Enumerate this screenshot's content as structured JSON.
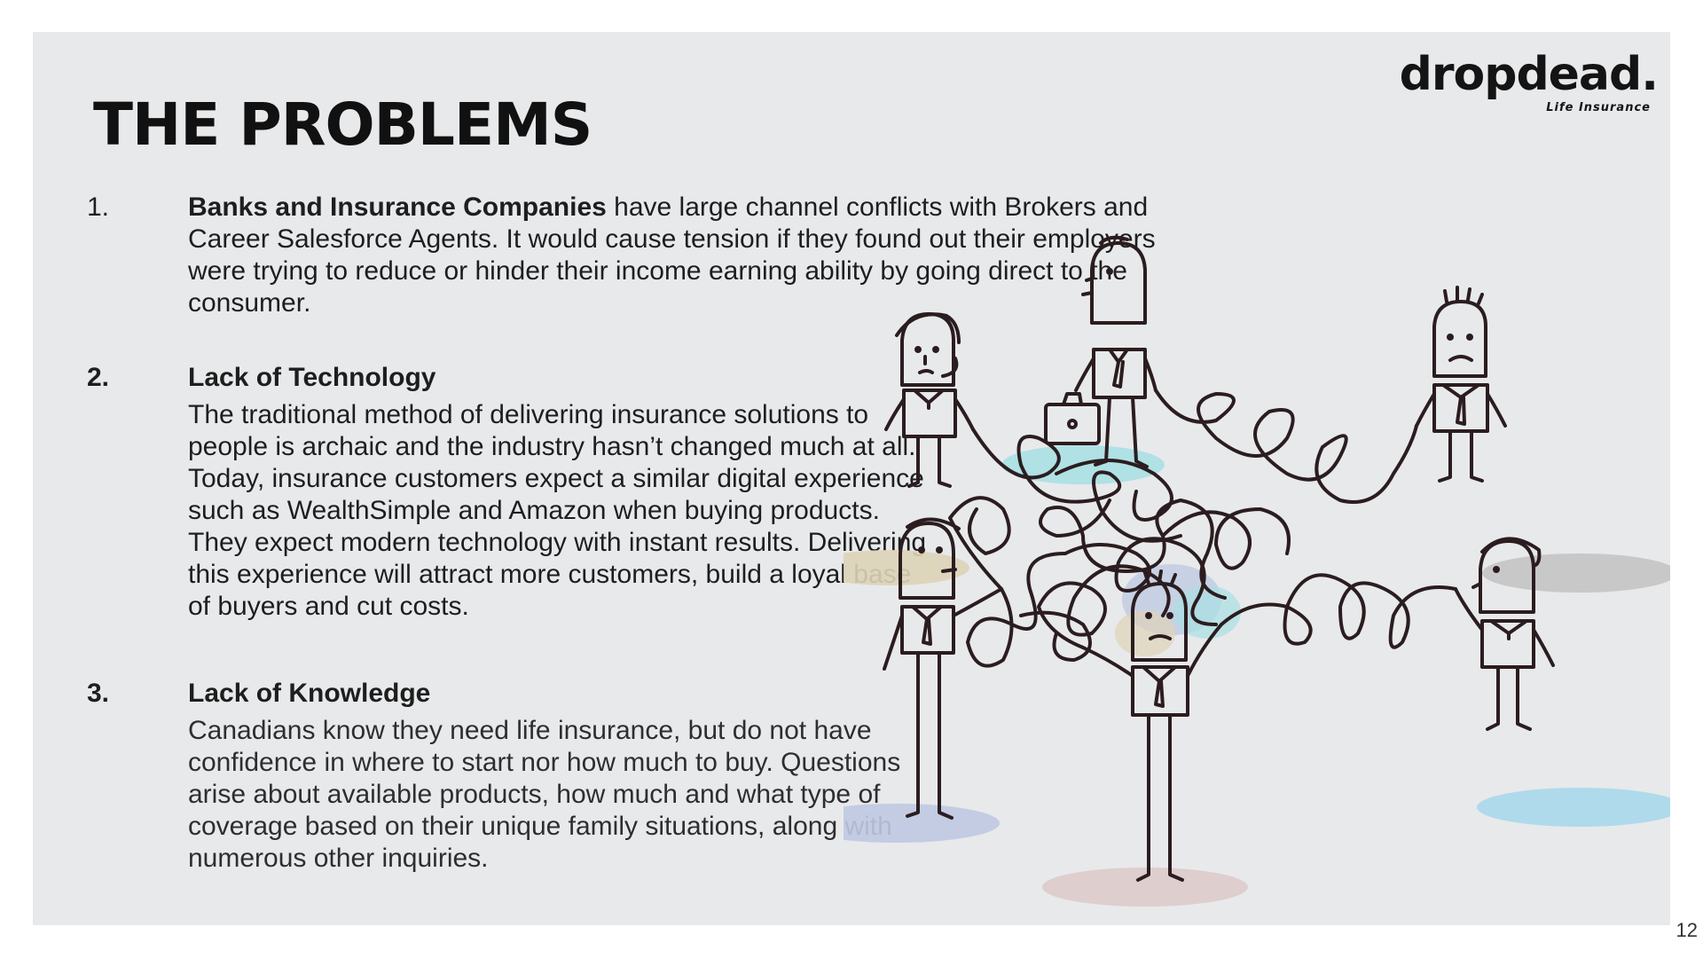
{
  "slide": {
    "title": "THE PROBLEMS",
    "page_number": "12"
  },
  "brand": {
    "name": "dropdead.",
    "tagline": "Life Insurance"
  },
  "problems": [
    {
      "number": "1.",
      "heading": "Banks and Insurance Companies",
      "text": " have large channel conflicts with Brokers and Career Salesforce Agents. It would cause tension if they found out their employers were trying to reduce or hinder their income earning ability by going direct to the consumer."
    },
    {
      "number": "2.",
      "heading": "Lack of Technology",
      "text": "The traditional method of delivering insurance solutions to people is archaic and the industry hasn’t changed much at all. Today, insurance customers expect a similar digital experience such as WealthSimple and Amazon when buying products. They expect modern technology with instant results. Delivering this experience will attract more customers, build a loyal base of buyers and cut costs."
    },
    {
      "number": "3.",
      "heading": "Lack of Knowledge",
      "text": "Canadians know they need life insurance, but do not have confidence in where to start nor how much to buy. Questions arise about available products, how much and what type of coverage based on their unique family situations, along with numerous other inquiries."
    }
  ],
  "illustration": {
    "icon": "tangled-people-illustration",
    "colors": {
      "line": "#2b1d1f",
      "teal": "#a8e0e4",
      "tan": "#ddd3b8",
      "grey": "#c4c4c4",
      "blue": "#bfc9e2",
      "skyblue": "#a9d8ec",
      "pink": "#ddcbcb"
    }
  }
}
